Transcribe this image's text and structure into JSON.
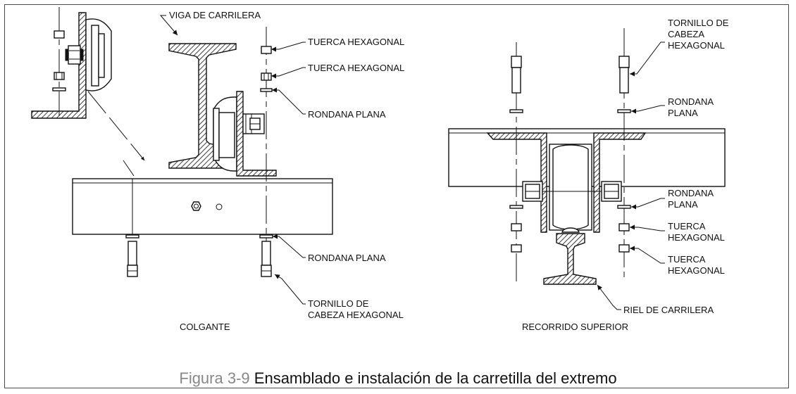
{
  "figure": {
    "caption_number": "Figura 3-9",
    "caption_text": "Ensamblado e instalación de la carretilla del extremo"
  },
  "left_view": {
    "title": "COLGANTE",
    "labels": {
      "beam": "VIGA DE CARRILERA",
      "nut_1": "TUERCA HEXAGONAL",
      "nut_2": "TUERCA HEXAGONAL",
      "washer_top": "RONDANA PLANA",
      "washer_bottom": "RONDANA PLANA",
      "bolt_line1": "TORNILLO DE",
      "bolt_line2": "CABEZA HEXAGONAL"
    }
  },
  "right_view": {
    "title": "RECORRIDO SUPERIOR",
    "labels": {
      "bolt_line1": "TORNILLO DE",
      "bolt_line2": "CABEZA",
      "bolt_line3": "HEXAGONAL",
      "washer_top_line1": "RONDANA",
      "washer_top_line2": "PLANA",
      "washer_mid_line1": "RONDANA",
      "washer_mid_line2": "PLANA",
      "nut_1_line1": "TUERCA",
      "nut_1_line2": "HEXAGONAL",
      "nut_2_line1": "TUERCA",
      "nut_2_line2": "HEXAGONAL",
      "rail": "RIEL DE CARRILERA"
    }
  }
}
